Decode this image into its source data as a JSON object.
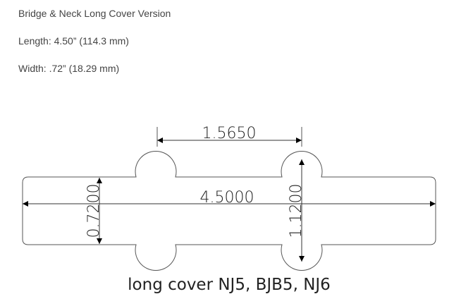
{
  "heading": "Bridge & Neck Long Cover Version",
  "length": "Length: 4.50” (114.3 mm)",
  "width": "Width: .72” (18.29 mm)",
  "drawing": {
    "dim_spacing": "1.5650",
    "dim_length": "4.5000",
    "dim_width": "0.7200",
    "dim_lobe_width": "1.1200",
    "caption": "long cover NJ5, BJB5, NJ6"
  }
}
